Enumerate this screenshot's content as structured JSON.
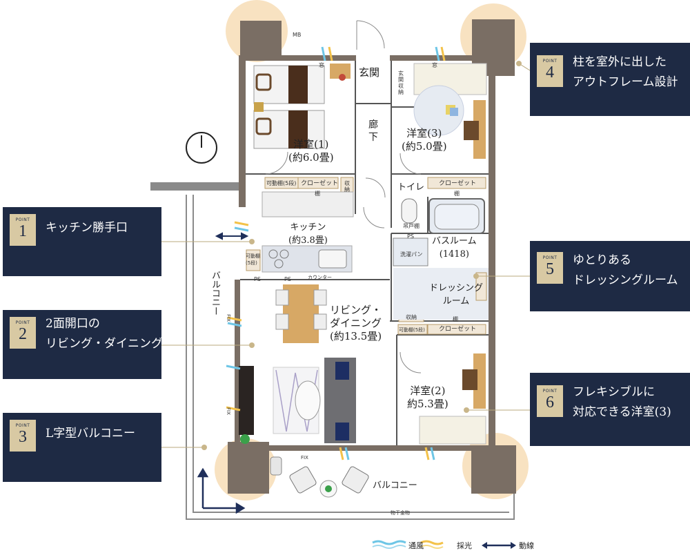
{
  "rooms": {
    "western1": "洋室(1)",
    "western1_size": "(約6.0畳)",
    "western3": "洋室(3)",
    "western3_size": "(約5.0畳)",
    "western2": "洋室(2)",
    "western2_size": "約5.3畳)",
    "entrance": "玄関",
    "hallway": "廊\n下",
    "kitchen": "キッチン",
    "kitchen_size": "(約3.8畳)",
    "living": "リビング・\nダイニング",
    "living_size": "(約13.5畳)",
    "toilet": "トイレ",
    "bath": "バスルーム",
    "bath_size": "(1418)",
    "dressing": "ドレッシング\nルーム",
    "balcony_side": "バルコニー",
    "balcony_bottom": "バルコニー"
  },
  "small_labels": {
    "mb": "MB",
    "entrance_storage": "玄\n関\n収\n納",
    "closet1": "クローゼット",
    "shelf_movable1": "可動棚(5段)",
    "storage1": "収\n納",
    "shelf1": "棚",
    "closet3": "クローゼット",
    "shelf3": "棚",
    "hanger_shelf": "吊戸棚",
    "ps1": "PS",
    "ps2": "PS",
    "ps3": "PS",
    "wash_pan": "洗濯パン",
    "storage2": "収納",
    "shelf_movable2": "可動棚(5段)",
    "closet2": "クローゼット",
    "shelf2": "棚",
    "shelf_movable_kitchen": "可動棚\n(5段)",
    "counter": "カウンター",
    "fix1": "FIX",
    "fix2": "FIX",
    "fix3": "FIX",
    "drying_rack": "物干金物",
    "window_top1": "窓",
    "window_top2": "窓"
  },
  "points": [
    {
      "badge": "POINT",
      "num": "1",
      "text": "キッチン勝手口"
    },
    {
      "badge": "POINT",
      "num": "2",
      "text": "2面開口の\nリビング・ダイニング"
    },
    {
      "badge": "POINT",
      "num": "3",
      "text": "L字型バルコニー"
    },
    {
      "badge": "POINT",
      "num": "4",
      "text": "柱を室外に出した\nアウトフレーム設計"
    },
    {
      "badge": "POINT",
      "num": "5",
      "text": "ゆとりある\nドレッシングルーム"
    },
    {
      "badge": "POINT",
      "num": "6",
      "text": "フレキシブルに\n対応できる洋室(3)"
    }
  ],
  "legend": {
    "ventilation": "通風",
    "daylight": "採光",
    "circulation": "動線"
  },
  "colors": {
    "panel_bg": "#1e2a44",
    "badge_bg": "#d8c9a3",
    "wall": "#7a6e64",
    "pillar_glow": "#f6dcb6",
    "wind": "#6ec6e6",
    "light": "#f3c24a",
    "arrow": "#1f2f5a",
    "wood": "#d7a865"
  }
}
